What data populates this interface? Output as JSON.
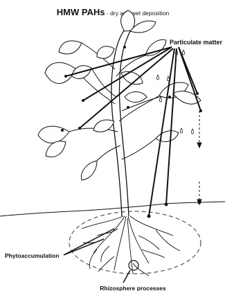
{
  "diagram": {
    "title": "HMW PAHs",
    "title_suffix": " - dry and wet deposition",
    "labels": {
      "particulate_matter": "Particulate matter",
      "phytoaccumulation": "Phytoaccumulation",
      "rhizosphere": "Rhizosphere processes"
    },
    "colors": {
      "line": "#111111",
      "background": "#ffffff",
      "rhizosphere_outline": "#555555"
    }
  }
}
